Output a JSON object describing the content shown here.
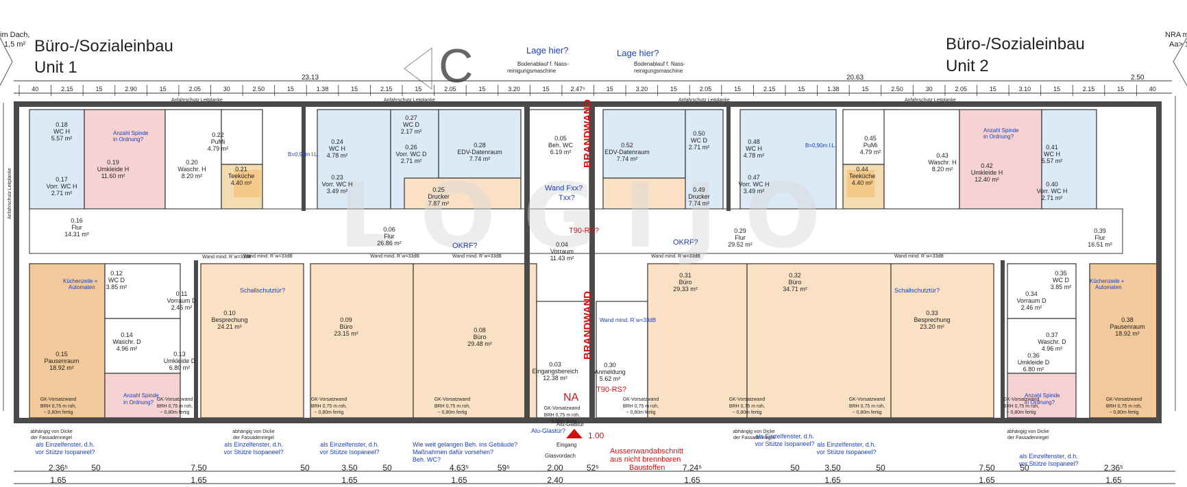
{
  "header": {
    "corner_left_1": "im Dach,",
    "corner_left_2": "1,5 m²",
    "unit1_title": "Büro-/Sozialeinbau",
    "unit1_sub": "Unit 1",
    "unit2_title": "Büro-/Sozialeinbau",
    "unit2_sub": "Unit 2",
    "section_letter": "C",
    "corner_right_1": "NRA m",
    "corner_right_2": "Aa> 1"
  },
  "notes": {
    "lage1": "Lage hier?",
    "lage2": "Lage hier?",
    "boden1a": "Bodenablauf f. Nass-",
    "boden1b": "reinigungsmaschine",
    "boden2a": "Bodenablauf f. Nass-",
    "boden2b": "reinigungsmaschine",
    "anfahrschutz": "Anfahrschutz Leitplanke",
    "anfahrschutz_vert": "Anfahrschutz Leitplanke",
    "brandwand": "BRANDWAND",
    "wand_fxx": "Wand Fxx?",
    "txx": "Txx?",
    "t90_rs": "T90-RS?",
    "t90_rs2": "T90-RS?",
    "okrf_1": "OKRF?",
    "okrf_2": "OKRF?",
    "na": "NA",
    "aussenwand1": "Aussenwandabschnitt",
    "aussenwand2": "aus nicht brennbaren",
    "aussenwand3": "Baustoffen",
    "alu_glastuer": "Alu-Glastür",
    "alu_glastuer2": "Alu-Glastür?",
    "eingang": "Eingang",
    "glasvordach": "Glasvordach",
    "schallschutz1": "Schallschutztür?",
    "schallschutz2": "Schallschutztür?",
    "wie_weit_1": "Wie weit gelangen Beh. ins Gebäude?",
    "wie_weit_2": "Maßnahmen dafür vorsehen?",
    "wie_weit_3": "Beh. WC?",
    "einzelfenster_1": "als Einzelfenster, d.h.",
    "einzelfenster_2": "vor Stütze Isopaneel?",
    "abhaengig_1": "abhängig von Dicke",
    "abhaengig_2": "der Fassadenriegel",
    "gk_vorsatz": "GK-Vorsatzwand",
    "brh": "BRH 0,75 m roh,",
    "brh2": "~ 0,80m fertig",
    "wand_mind": "Wand mind. R`w=33dB",
    "anzahl_spinde": "Anzahl Spinde",
    "in_ordnung": "in Ordnung?",
    "kuechenzeile": "Küchenzeile +",
    "automaten": "Automaten",
    "b_090": "B=0,90m l.L."
  },
  "rooms": {
    "r018": {
      "num": "0.18",
      "name": "WC H",
      "area": "5.57 m²"
    },
    "r017": {
      "num": "0.17",
      "name": "Vorr. WC H",
      "area": "2.71 m²"
    },
    "r019": {
      "num": "0.19",
      "name": "Umkleide H",
      "area": "11.60 m²"
    },
    "r020": {
      "num": "0.20",
      "name": "Waschr. H",
      "area": "8.20 m²"
    },
    "r022": {
      "num": "0.22",
      "name": "PuMi",
      "area": "4.79 m²"
    },
    "r021": {
      "num": "0.21",
      "name": "Teeküche",
      "area": "4.40 m²"
    },
    "r024": {
      "num": "0.24",
      "name": "WC H",
      "area": "4.78 m²"
    },
    "r023": {
      "num": "0.23",
      "name": "Vorr. WC H",
      "area": "3.49 m²"
    },
    "r027": {
      "num": "0.27",
      "name": "WC D",
      "area": "2.17 m²"
    },
    "r026": {
      "num": "0.26",
      "name": "Vorr. WC D",
      "area": "2.71 m²"
    },
    "r028": {
      "num": "0.28",
      "name": "EDV-Datenraum",
      "area": "7.74 m²"
    },
    "r025": {
      "num": "0.25",
      "name": "Drucker",
      "area": "7.87 m²"
    },
    "r005": {
      "num": "0.05",
      "name": "Beh. WC",
      "area": "6.19 m²"
    },
    "r052": {
      "num": "0.52",
      "name": "EDV-Datenraum",
      "area": "7.74 m²"
    },
    "r050": {
      "num": "0.50",
      "name": "WC D",
      "area": "2.71 m²"
    },
    "r049": {
      "num": "0.49",
      "name": "Drucker",
      "area": "7.74 m²"
    },
    "r048": {
      "num": "0.48",
      "name": "WC H",
      "area": "4.78 m²"
    },
    "r047": {
      "num": "0.47",
      "name": "Vorr. WC H",
      "area": "3.49 m²"
    },
    "r045": {
      "num": "0.45",
      "name": "PuMi",
      "area": "4.79 m²"
    },
    "r044": {
      "num": "0.44",
      "name": "Teeküche",
      "area": "4.40 m²"
    },
    "r043": {
      "num": "0.43",
      "name": "Waschr. H",
      "area": "8.20 m²"
    },
    "r042": {
      "num": "0.42",
      "name": "Umkleide H",
      "area": "12.40 m²"
    },
    "r041": {
      "num": "0.41",
      "name": "WC H",
      "area": "5.57 m²"
    },
    "r040": {
      "num": "0.40",
      "name": "Vorr. WC H",
      "area": "2.71 m²"
    },
    "r016": {
      "num": "0.16",
      "name": "Flur",
      "area": "14.31 m²"
    },
    "r006": {
      "num": "0.06",
      "name": "Flur",
      "area": "26.86 m²"
    },
    "r004": {
      "num": "0.04",
      "name": "Vorraum",
      "area": "11.43 m²"
    },
    "r029": {
      "num": "0.29",
      "name": "Flur",
      "area": "29.52 m²"
    },
    "r039": {
      "num": "0.39",
      "name": "Flur",
      "area": "16.51 m²"
    },
    "r012": {
      "num": "0.12",
      "name": "WC D",
      "area": "3.85 m²"
    },
    "r011": {
      "num": "0.11",
      "name": "Vorraum D",
      "area": "2.46 m²"
    },
    "r014": {
      "num": "0.14",
      "name": "Waschr. D",
      "area": "4.96 m²"
    },
    "r013": {
      "num": "0.13",
      "name": "Umkleide D",
      "area": "6.80 m²"
    },
    "r015": {
      "num": "0.15",
      "name": "Pausenraum",
      "area": "18.92 m²"
    },
    "r010": {
      "num": "0.10",
      "name": "Besprechung",
      "area": "24.21 m²"
    },
    "r009": {
      "num": "0.09",
      "name": "Büro",
      "area": "23.15 m²"
    },
    "r008": {
      "num": "0.08",
      "name": "Büro",
      "area": "29.48 m²"
    },
    "r003": {
      "num": "0.03",
      "name": "Eingangsbereich",
      "area": "12.38 m²"
    },
    "r030": {
      "num": "0.30",
      "name": "Anmeldung",
      "area": "5.62 m²"
    },
    "r031": {
      "num": "0.31",
      "name": "Büro",
      "area": "29.33 m²"
    },
    "r032": {
      "num": "0.32",
      "name": "Büro",
      "area": "34.71 m²"
    },
    "r033": {
      "num": "0.33",
      "name": "Besprechung",
      "area": "23.20 m²"
    },
    "r035": {
      "num": "0.35",
      "name": "WC D",
      "area": "3.85 m²"
    },
    "r034": {
      "num": "0.34",
      "name": "Vorraum D",
      "area": "2.46 m²"
    },
    "r037": {
      "num": "0.37",
      "name": "Waschr. D",
      "area": "4.96 m²"
    },
    "r036": {
      "num": "0.36",
      "name": "Umkleide D",
      "area": "6.80 m²"
    },
    "r038": {
      "num": "0.38",
      "name": "Pausenraum",
      "area": "18.92 m²"
    }
  },
  "dims_top": {
    "total_left": "23.13",
    "total_right": "20.63",
    "d_2_50_right": "2.50",
    "segments": [
      "40",
      "2.15",
      "15",
      "2.90",
      "15",
      "2.05",
      "30",
      "2.50",
      "15",
      "1.38",
      "15",
      "2.15",
      "15",
      "2.05",
      "15",
      "3.20",
      "15",
      "2.47⁵",
      "15",
      "3.20",
      "15",
      "2.05",
      "15",
      "2.15",
      "15",
      "1.38",
      "15",
      "2.50",
      "30",
      "2.05",
      "15",
      "3.10",
      "15",
      "2.15",
      "15",
      "40"
    ]
  },
  "dims_bottom": {
    "row1": [
      "2.36⁵",
      "50",
      "7.50",
      "50",
      "3.50",
      "50",
      "4.63⁵",
      "59⁵",
      "2.00",
      "52⁵",
      "7.24⁵",
      "50",
      "3.50",
      "50",
      "7.50",
      "50",
      "2.36⁵"
    ],
    "row2": [
      "1.65",
      "1.65",
      "1.65",
      "1.65",
      "2.40",
      "1.65",
      "1.65",
      "1.65",
      "1.65"
    ]
  },
  "colors": {
    "peach": "#fbe1c4",
    "pink": "#f6d2d2",
    "blue": "#dce9f7",
    "sand": "#f3ddb0",
    "teekueche": "#f4c98a",
    "pause": "#f1c99a",
    "wall": "#4a4a4a",
    "text_blue": "#1a3fb5",
    "text_red": "#d01010"
  },
  "watermark": "LOGIJO"
}
